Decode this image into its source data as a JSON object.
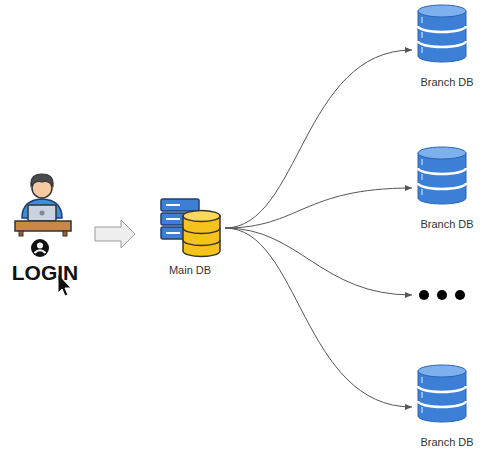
{
  "diagram": {
    "nodes": [
      {
        "text": [
          "LOGIN"
        ]
      },
      {
        "text": [
          "Main DB"
        ]
      },
      {
        "text": [
          "Branch DB"
        ]
      },
      {
        "text": [
          "Branch DB"
        ]
      },
      {
        "text": [
          "Branch DB"
        ]
      }
    ],
    "edges": [
      {
        "from": 0,
        "to": 1,
        "arrow": "to"
      },
      {
        "from": 1,
        "to": 2,
        "arrow": "to"
      },
      {
        "from": 1,
        "to": 3,
        "arrow": "to"
      },
      {
        "from": 1,
        "to": 4,
        "arrow": "to"
      }
    ]
  }
}
